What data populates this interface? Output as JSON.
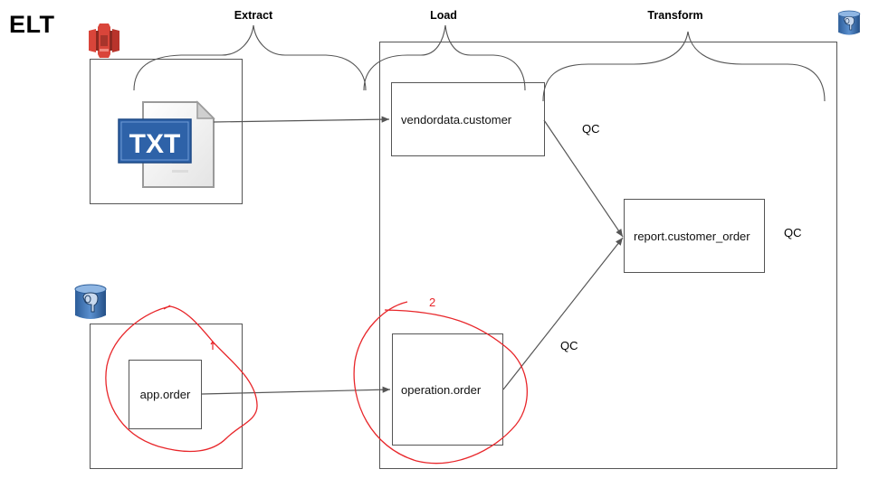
{
  "title": "ELT",
  "stages": [
    {
      "label": "Extract"
    },
    {
      "label": "Load"
    },
    {
      "label": "Transform"
    }
  ],
  "sources": {
    "file_source": {
      "icon": "aws-s3-icon",
      "file_icon": "txt-file-icon",
      "file_badge": "TXT"
    },
    "db_source": {
      "icon": "postgresql-icon",
      "table": "app.order"
    }
  },
  "warehouse": {
    "icon": "postgresql-icon",
    "tables": {
      "vendor_customer": "vendordata.customer",
      "operation_order": "operation.order",
      "report": "report.customer_order"
    }
  },
  "qc_labels": [
    "QC",
    "QC",
    "QC"
  ],
  "annotations": {
    "marker_1": "1",
    "marker_2": "2",
    "color": "#e8262a"
  },
  "colors": {
    "line": "#555555",
    "s3_red": "#d9453a",
    "txt_blue": "#2e62a8",
    "pg_blue": "#336791"
  }
}
